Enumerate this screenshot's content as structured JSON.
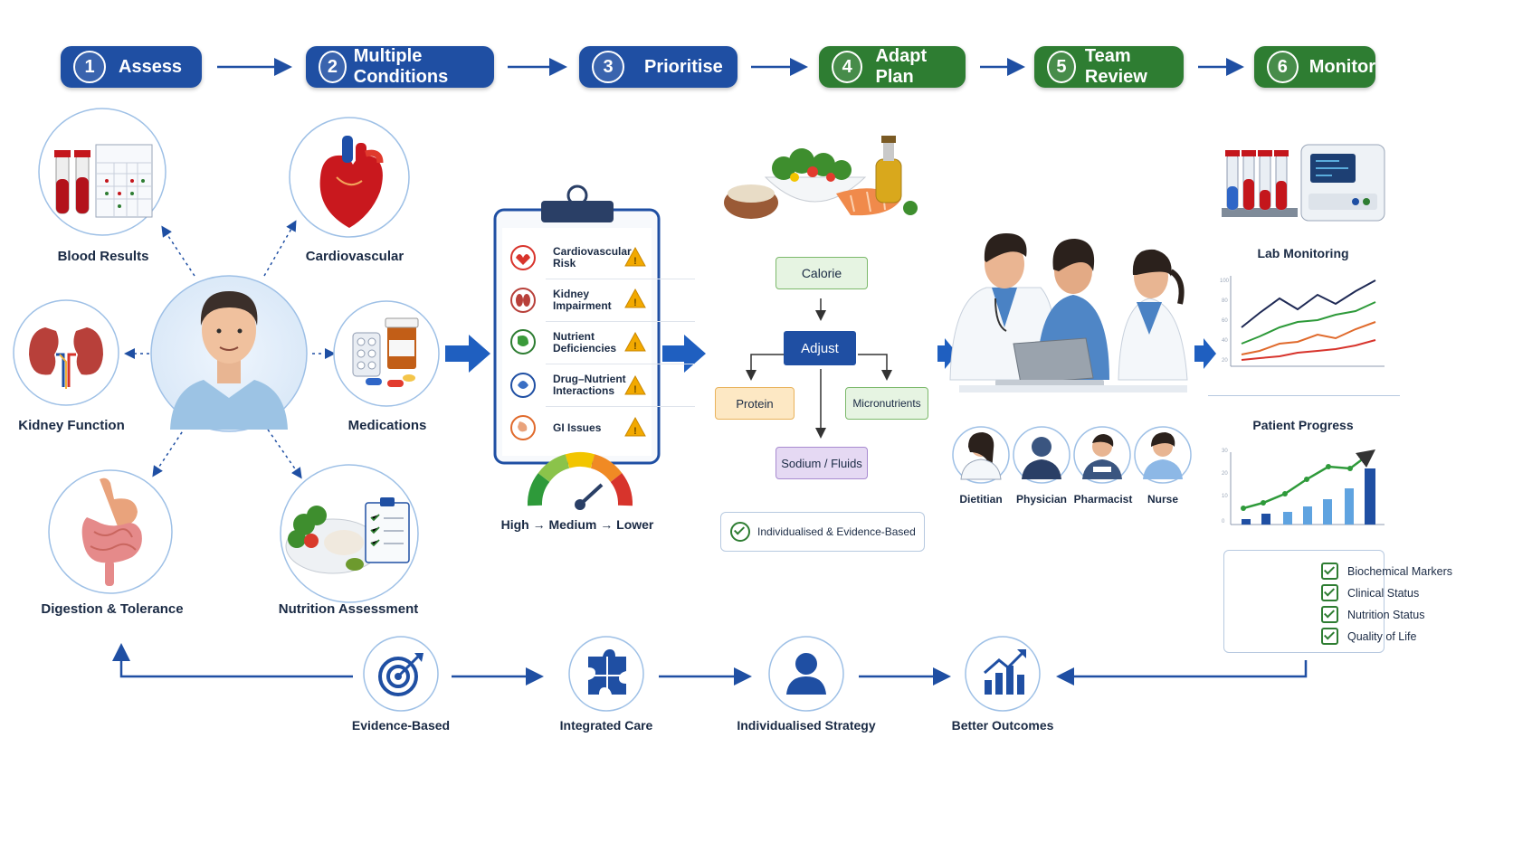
{
  "steps": [
    {
      "num": "1",
      "label": "Assess"
    },
    {
      "num": "2",
      "label": "Multiple Conditions"
    },
    {
      "num": "3",
      "label": "Prioritise"
    },
    {
      "num": "4",
      "label": "Adapt Plan"
    },
    {
      "num": "5",
      "label": "Team Review"
    },
    {
      "num": "6",
      "label": "Monitor"
    }
  ],
  "assess": {
    "blood": "Blood Results",
    "cardio": "Cardiovascular",
    "kidney": "Kidney Function",
    "meds": "Medications",
    "digestion": "Digestion & Tolerance",
    "nutrition": "Nutrition Assessment"
  },
  "priorities": {
    "items": [
      {
        "label": "Cardiovascular Risk"
      },
      {
        "label": "Kidney Impairment"
      },
      {
        "label": "Nutrient Deficiencies"
      },
      {
        "label": "Drug–Nutrient Interactions"
      },
      {
        "label": "GI Issues"
      }
    ],
    "scale": {
      "high": "High",
      "medium": "Medium",
      "lower": "Lower",
      "arrow": "→"
    }
  },
  "plan": {
    "calorie": "Calorie",
    "adjust": "Adjust",
    "protein": "Protein",
    "micro": "Micronutrients",
    "sodium": "Sodium / Fluids",
    "evidence": "Individualised & Evidence-Based"
  },
  "team": {
    "dietitian": "Dietitian",
    "physician": "Physician",
    "pharmacist": "Pharmacist",
    "nurse": "Nurse"
  },
  "monitor": {
    "lab": "Lab Monitoring",
    "progress": "Patient Progress",
    "checks": [
      "Biochemical Markers",
      "Clinical Status",
      "Nutrition Status",
      "Quality of Life"
    ]
  },
  "outcomes": {
    "evidence": "Evidence-Based",
    "integrated": "Integrated Care",
    "strategy": "Individualised Strategy",
    "better": "Better Outcomes"
  },
  "colors": {
    "blue": "#1f4fa3",
    "green": "#2e7d32",
    "warning": "#f2a900"
  }
}
